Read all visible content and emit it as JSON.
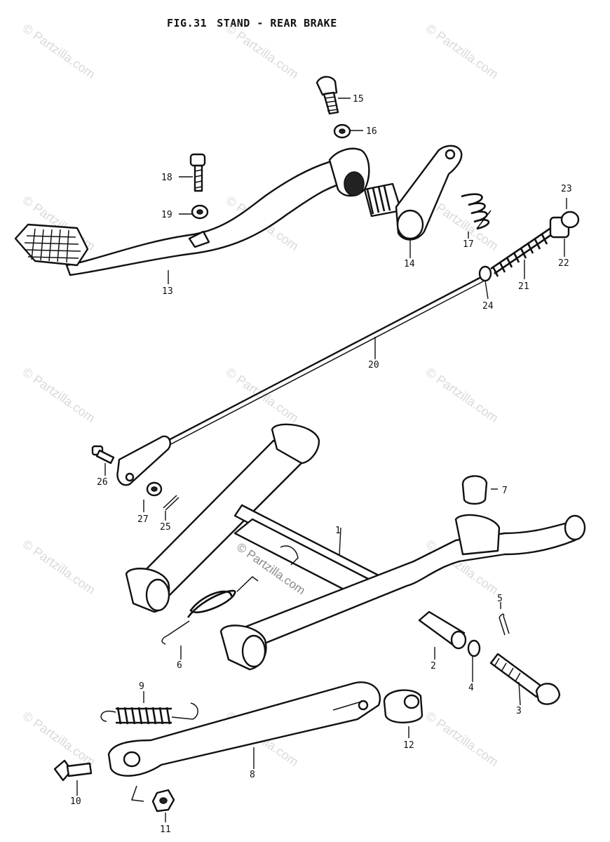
{
  "figure": {
    "fig_number": "FIG.31",
    "title": "STAND - REAR BRAKE"
  },
  "watermark": {
    "text": "© Partzilla.com",
    "center_text": "© Partzilla.com"
  },
  "callouts": [
    "1",
    "2",
    "3",
    "4",
    "5",
    "6",
    "7",
    "8",
    "9",
    "10",
    "11",
    "12",
    "13",
    "14",
    "15",
    "16",
    "17",
    "18",
    "19",
    "20",
    "21",
    "22",
    "23",
    "24",
    "25",
    "26",
    "27"
  ]
}
